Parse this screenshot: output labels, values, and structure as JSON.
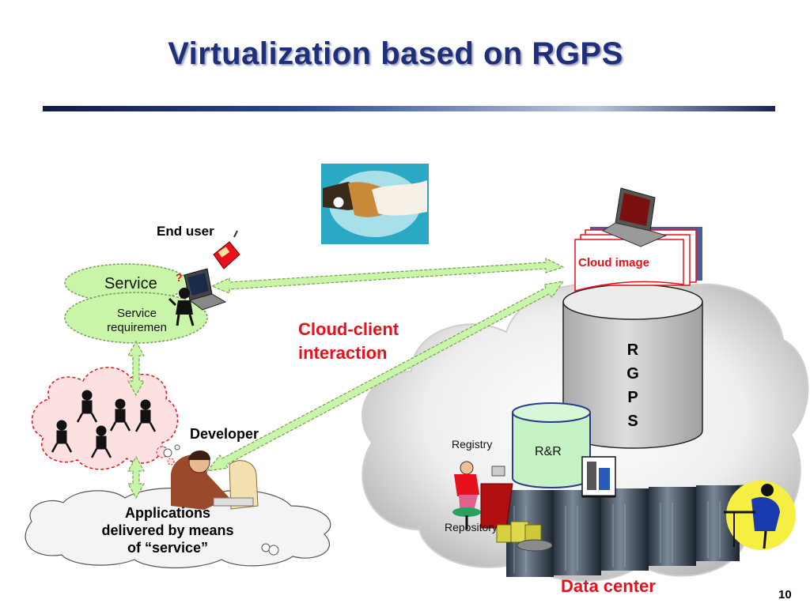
{
  "slide": {
    "title": "Virtualization based on RGPS",
    "page_number": "10"
  },
  "labels": {
    "end_user": "End user",
    "service": "Service",
    "service_requirement_line1": "Service",
    "service_requirement_line2": "requiremen",
    "question_mark": "?",
    "cloud_client_line1": "Cloud-client",
    "cloud_client_line2": "interaction",
    "cloud_image": "Cloud image",
    "rgps_letters": [
      "R",
      "G",
      "P",
      "S"
    ],
    "developer": "Developer",
    "registry": "Registry",
    "repository": "Repository",
    "rr": "R&R",
    "applications_line1": "Applications",
    "applications_line2": "delivered by means",
    "applications_line3": "of “service”",
    "data_center": "Data center"
  },
  "colors": {
    "title": "#1f2f7a",
    "accent_red": "#e8101a",
    "bubble_green": "#c8f5a8",
    "arrow_green": "#c8f5a8",
    "cylinder_fill": "#c9c9c9",
    "rr_fill": "#c6f3c6"
  },
  "icons": [
    "handshake-icon",
    "laptop-icon",
    "mobile-phone-icon",
    "person-icon",
    "developer-icon",
    "server-rack-icon",
    "receptionist-icon",
    "file-cabinet-icon",
    "manager-icon"
  ]
}
